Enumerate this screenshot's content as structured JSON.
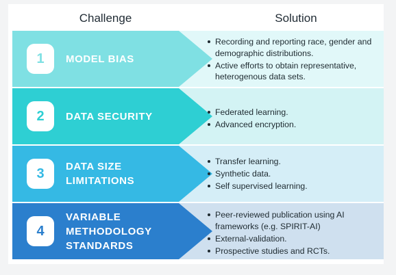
{
  "headers": {
    "challenge": "Challenge",
    "solution": "Solution"
  },
  "rows": [
    {
      "number": "1",
      "title": "MODEL BIAS",
      "color": "#7fe0e3",
      "solution_color": "#e1f8f9",
      "bullets": [
        "Recording and reporting race, gender and demographic distributions.",
        "Active efforts to obtain representative, heterogenous data sets."
      ]
    },
    {
      "number": "2",
      "title": "DATA SECURITY",
      "color": "#2ecfd3",
      "solution_color": "#d3f3f4",
      "bullets": [
        "Federated learning.",
        "Advanced encryption."
      ]
    },
    {
      "number": "3",
      "title": "DATA SIZE\nLIMITATIONS",
      "color": "#35b9e4",
      "solution_color": "#d5eef7",
      "bullets": [
        "Transfer learning.",
        "Synthetic data.",
        "Self supervised learning."
      ]
    },
    {
      "number": "4",
      "title": "VARIABLE\nMETHODOLOGY\nSTANDARDS",
      "color": "#2b7fcd",
      "solution_color": "#cfe0ef",
      "bullets": [
        "Peer-reviewed publication using AI frameworks (e.g. SPIRIT-AI)",
        "External-validation.",
        "Prospective studies and RCTs."
      ]
    }
  ]
}
